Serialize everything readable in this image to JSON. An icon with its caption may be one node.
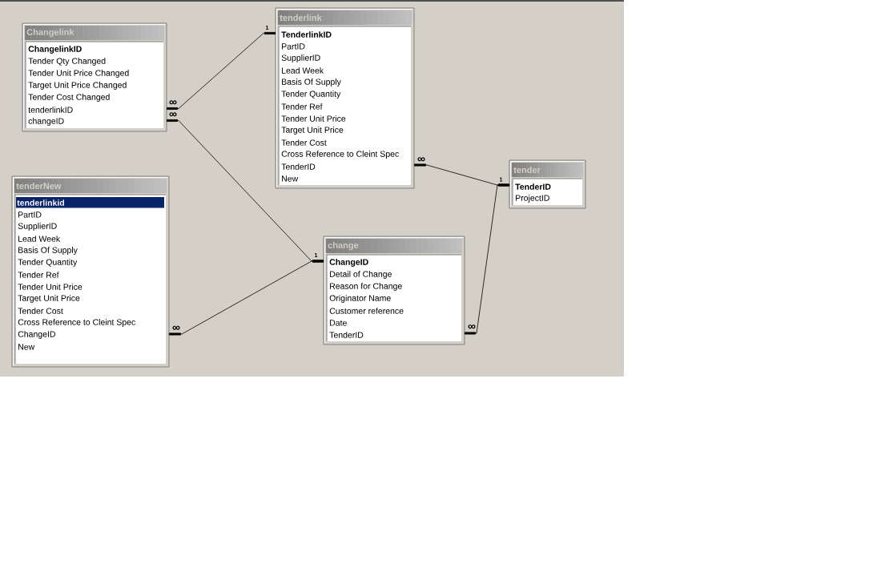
{
  "diagram": {
    "nodes": [
      {
        "text": [
          "Changelink",
          "ChangelinkID",
          "Tender Qty Changed",
          "Tender Unit Price Changed",
          "Target Unit Price Changed",
          "Tender Cost Changed",
          "tenderlinkID",
          "changeID"
        ]
      },
      {
        "text": [
          "tenderlink",
          "TenderlinkID",
          "PartID",
          "SupplierID",
          "Lead Week",
          "Basis Of Supply",
          "Tender Quantity",
          "Tender Ref",
          "Tender Unit Price",
          "Target Unit Price",
          "Tender Cost",
          "Cross Reference to Cleint Spec",
          "TenderID",
          "New"
        ]
      },
      {
        "text": [
          "tender",
          "TenderID",
          "ProjectID"
        ]
      },
      {
        "text": [
          "tenderNew",
          "tenderlinkid",
          "PartID",
          "SupplierID",
          "Lead Week",
          "Basis Of Supply",
          "Tender Quantity",
          "Tender Ref",
          "Tender Unit Price",
          "Target Unit Price",
          "Tender Cost",
          "Cross Reference to Cleint Spec",
          "ChangeID",
          "New"
        ]
      },
      {
        "text": [
          "change",
          "ChangeID",
          "Detail of Change",
          "Reason for Change",
          "Originator Name",
          "Customer reference",
          "Date",
          "TenderID"
        ]
      }
    ],
    "edges": [
      {
        "from": 0,
        "to": 1,
        "arrow": "other"
      },
      {
        "from": 0,
        "to": 4,
        "arrow": "other"
      },
      {
        "from": 1,
        "to": 2,
        "arrow": "other"
      },
      {
        "from": 3,
        "to": 4,
        "arrow": "other"
      },
      {
        "from": 4,
        "to": 2,
        "arrow": "other"
      }
    ],
    "labels": [
      "1",
      "∞",
      "∞",
      "∞",
      "1",
      "1",
      "∞",
      "∞"
    ]
  }
}
